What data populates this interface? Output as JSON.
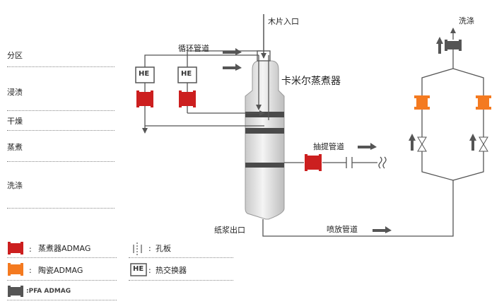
{
  "stages": [
    "分区",
    "浸渍",
    "干燥",
    "蒸煮",
    "洗涤"
  ],
  "labels": {
    "chip_inlet": "木片入口",
    "circulation_pipe": "循环管道",
    "digester": "卡米尔蒸煮器",
    "extraction_pipe": "抽提管道",
    "pulp_outlet": "纸浆出口",
    "blow_pipe": "喷放管道",
    "wash": "洗涤",
    "he": "HE"
  },
  "legend": [
    {
      "key": "digester-admag",
      "text": "蒸煮器ADMAG",
      "color": "#cc1f1f"
    },
    {
      "key": "ceramic-admag",
      "text": "陶瓷ADMAG",
      "color": "#f47a20"
    },
    {
      "key": "pfa-admag",
      "text": ":PFA ADMAG",
      "color": "#555555"
    },
    {
      "key": "orifice",
      "text": "孔板"
    },
    {
      "key": "heat-exchanger",
      "text": "热交换器",
      "symbol": "HE"
    }
  ],
  "legend_separator": ":",
  "colors": {
    "pipe": "#555555",
    "digester_meter": "#cc1f1f",
    "ceramic_meter": "#f47a20",
    "pfa_meter": "#555555",
    "arrow": "#555555",
    "vessel_light": "#e6e6e6",
    "vessel_dark": "#4a4a4a"
  }
}
